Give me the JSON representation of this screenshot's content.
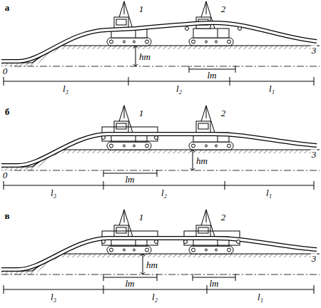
{
  "diagram": {
    "labels": [
      "а",
      "1",
      "2",
      "3",
      "hт",
      "lт",
      "0",
      "l₃",
      "l₂",
      "l₁",
      "б",
      "1",
      "2",
      "3",
      "0",
      "lт",
      "hт",
      "l₃",
      "l₂",
      "l₁",
      "в",
      "1",
      "2",
      "3",
      "lт",
      "lт",
      "hт",
      "l₃",
      "l₂",
      "l₁"
    ]
  }
}
